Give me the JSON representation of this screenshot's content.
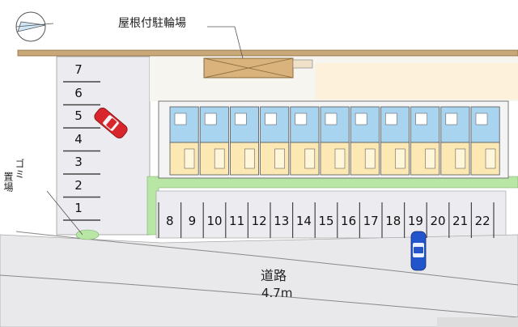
{
  "labels": {
    "bike_shelter": "屋根付駐輪場",
    "garbage_line1": "ゴミ",
    "garbage_line2": "置場",
    "road_name": "道路",
    "road_width": "4.7m"
  },
  "parking": {
    "left_slots": [
      "7",
      "6",
      "5",
      "4",
      "3",
      "2",
      "1"
    ],
    "bottom_slots": [
      "8",
      "9",
      "10",
      "11",
      "12",
      "13",
      "14",
      "15",
      "16",
      "17",
      "18",
      "19",
      "20",
      "21",
      "22"
    ]
  },
  "icons": {
    "compass": "compass-icon",
    "red_car": "car-icon",
    "blue_car": "car-icon"
  },
  "colors": {
    "road": "#e9e9ec",
    "lot": "#ececf0",
    "ground": "#fdf1dc",
    "hedge": "#b8e6a5",
    "wall": "#c8a878",
    "building_upper": "#a9d4ef",
    "building_lower": "#fbe8b3",
    "shelter": "#d9b27c",
    "red_car": "#d8262c",
    "blue_car": "#2255cc"
  }
}
